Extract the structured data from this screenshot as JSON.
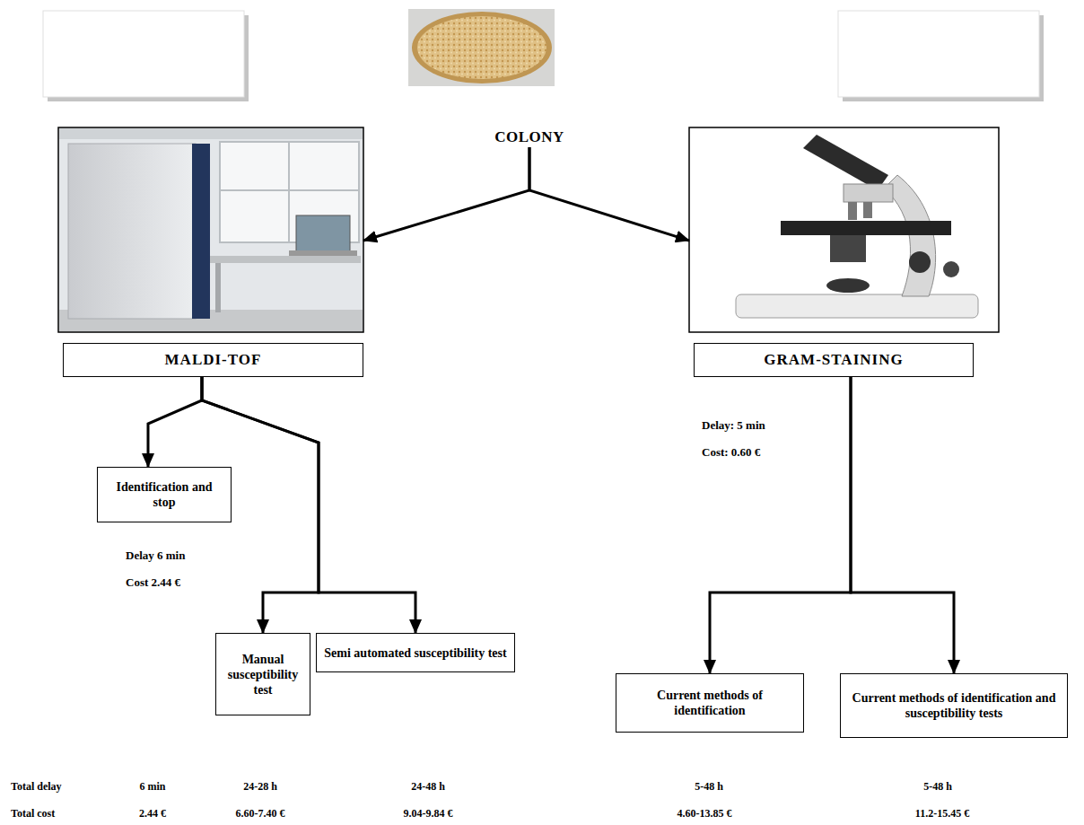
{
  "diagram": {
    "nodes": [
      {
        "text": [
          "COLONY"
        ]
      },
      {
        "text": [
          "MALDI-TOF"
        ]
      },
      {
        "text": [
          "GRAM-STAINING"
        ]
      },
      {
        "text": [
          "Identification and stop"
        ]
      },
      {
        "text": [
          "Manual susceptibility test"
        ]
      },
      {
        "text": [
          "Semi automated susceptibility test"
        ]
      },
      {
        "text": [
          "Current methods of identification"
        ]
      },
      {
        "text": [
          "Current methods of identification and susceptibility tests"
        ]
      }
    ],
    "edges": [
      {
        "from": 0,
        "to": 1,
        "arrow": "to"
      },
      {
        "from": 0,
        "to": 2,
        "arrow": "to"
      },
      {
        "from": 1,
        "to": 3,
        "arrow": "to"
      },
      {
        "from": 1,
        "to": 4,
        "arrow": "to"
      },
      {
        "from": 1,
        "to": 5,
        "arrow": "to"
      },
      {
        "from": 2,
        "to": 6,
        "arrow": "to"
      },
      {
        "from": 2,
        "to": 7,
        "arrow": "to"
      }
    ],
    "labels": [
      "Delay: 5 min",
      "Cost: 0.60 €",
      "Delay 6 min",
      "Cost 2.44 €",
      "Total delay",
      "6 min",
      "24-28 h",
      "24-48 h",
      "5-48 h",
      "5-48 h",
      "Total cost",
      "2.44 €",
      "6.60-7.40 €",
      "9.04-9.84 €",
      "4.60-13.85 €",
      "11.2-15.45 €"
    ]
  }
}
